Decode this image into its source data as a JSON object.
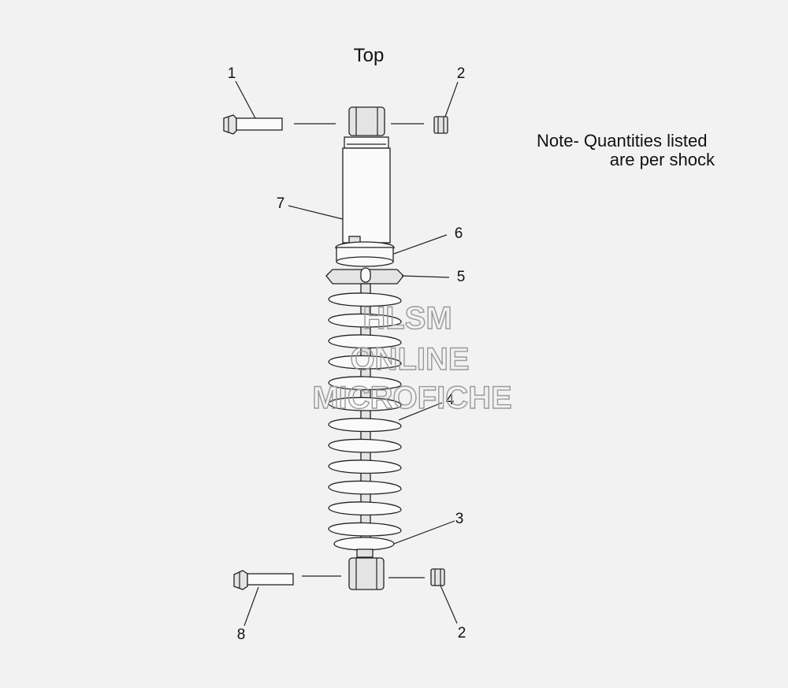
{
  "title": "Top",
  "note": {
    "line1": "Note- Quantities listed",
    "line2": "are per shock"
  },
  "callouts": [
    "1",
    "2",
    "7",
    "6",
    "5",
    "4",
    "3",
    "8",
    "2"
  ],
  "watermark": {
    "line1": "HLSM",
    "line2": "ONLINE",
    "line3": "MICROFICHE"
  }
}
